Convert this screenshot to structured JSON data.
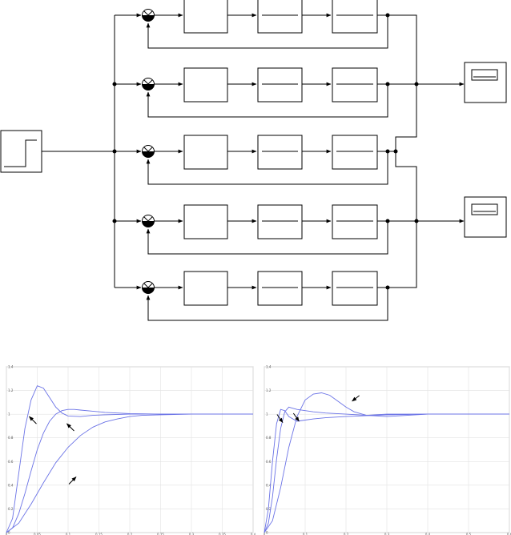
{
  "diagram": {
    "loop_count": 5,
    "scope_count": 2,
    "scope1_inputs": [
      1,
      2,
      3
    ],
    "scope2_inputs": [
      4,
      5
    ]
  },
  "chart_data": [
    {
      "type": "line",
      "title": "",
      "xlabel": "",
      "ylabel": "",
      "xlim": [
        0,
        0.4
      ],
      "ylim": [
        0,
        1.4
      ],
      "grid": true,
      "xticks": [
        "0",
        "0.05",
        "0.1",
        "0.15",
        "0.2",
        "0.25",
        "0.3",
        "0.35",
        "0.4"
      ],
      "yticks": [
        "0",
        "0.2",
        "0.4",
        "0.6",
        "0.8",
        "1",
        "1.2",
        "1.4"
      ],
      "series": [
        {
          "x": [
            0,
            0.01,
            0.02,
            0.03,
            0.04,
            0.05,
            0.06,
            0.07,
            0.08,
            0.09,
            0.1,
            0.12,
            0.14,
            0.16,
            0.2,
            0.25,
            0.3,
            0.4
          ],
          "values": [
            0,
            0.12,
            0.5,
            0.88,
            1.12,
            1.24,
            1.22,
            1.14,
            1.06,
            1.01,
            0.985,
            0.98,
            0.99,
            0.995,
            1.0,
            1.0,
            1.0,
            1.0
          ]
        },
        {
          "x": [
            0,
            0.01,
            0.02,
            0.03,
            0.04,
            0.05,
            0.06,
            0.07,
            0.08,
            0.09,
            0.1,
            0.11,
            0.12,
            0.14,
            0.16,
            0.2,
            0.25,
            0.3,
            0.4
          ],
          "values": [
            0,
            0.04,
            0.16,
            0.33,
            0.52,
            0.7,
            0.84,
            0.94,
            1.0,
            1.03,
            1.04,
            1.04,
            1.035,
            1.025,
            1.015,
            1.005,
            1.0,
            1.0,
            1.0
          ]
        },
        {
          "x": [
            0,
            0.02,
            0.04,
            0.06,
            0.08,
            0.1,
            0.12,
            0.14,
            0.16,
            0.18,
            0.2,
            0.22,
            0.25,
            0.3,
            0.35,
            0.4
          ],
          "values": [
            0,
            0.08,
            0.24,
            0.42,
            0.59,
            0.72,
            0.82,
            0.89,
            0.935,
            0.96,
            0.98,
            0.99,
            0.995,
            1.0,
            1.0,
            1.0
          ]
        }
      ],
      "arrows": [
        {
          "x": 0.037,
          "y": 0.98,
          "dir": "up-left"
        },
        {
          "x": 0.098,
          "y": 0.92,
          "dir": "up-left"
        },
        {
          "x": 0.113,
          "y": 0.47,
          "dir": "up-right"
        }
      ]
    },
    {
      "type": "line",
      "title": "",
      "xlabel": "",
      "ylabel": "",
      "xlim": [
        0,
        0.6
      ],
      "ylim": [
        0,
        1.4
      ],
      "grid": true,
      "xticks": [
        "0",
        "0.1",
        "0.2",
        "0.3",
        "0.4",
        "0.5",
        "0.6"
      ],
      "yticks": [
        "0",
        "0.2",
        "0.4",
        "0.6",
        "0.8",
        "1",
        "1.2",
        "1.4"
      ],
      "series": [
        {
          "x": [
            0,
            0.01,
            0.02,
            0.03,
            0.04,
            0.05,
            0.06,
            0.08,
            0.1,
            0.12,
            0.15,
            0.2,
            0.3,
            0.4,
            0.5,
            0.6
          ],
          "values": [
            0,
            0.2,
            0.6,
            0.92,
            1.04,
            1.03,
            0.98,
            0.94,
            0.95,
            0.96,
            0.97,
            0.98,
            0.995,
            1.0,
            1.0,
            1.0
          ]
        },
        {
          "x": [
            0,
            0.01,
            0.02,
            0.03,
            0.04,
            0.05,
            0.06,
            0.07,
            0.08,
            0.1,
            0.12,
            0.15,
            0.2,
            0.25,
            0.3,
            0.4,
            0.5,
            0.6
          ],
          "values": [
            0,
            0.08,
            0.3,
            0.62,
            0.88,
            1.02,
            1.06,
            1.05,
            1.04,
            1.03,
            1.02,
            1.01,
            1.0,
            0.99,
            1.0,
            1.0,
            1.0,
            1.0
          ]
        },
        {
          "x": [
            0,
            0.02,
            0.04,
            0.06,
            0.08,
            0.1,
            0.12,
            0.14,
            0.16,
            0.18,
            0.2,
            0.22,
            0.25,
            0.3,
            0.35,
            0.4,
            0.5,
            0.6
          ],
          "values": [
            0,
            0.1,
            0.38,
            0.72,
            0.98,
            1.12,
            1.17,
            1.18,
            1.16,
            1.11,
            1.06,
            1.02,
            0.99,
            0.98,
            0.99,
            1.0,
            1.0,
            1.0
          ]
        }
      ],
      "arrows": [
        {
          "x": 0.045,
          "y": 0.93,
          "dir": "down-right"
        },
        {
          "x": 0.085,
          "y": 0.94,
          "dir": "down-right"
        },
        {
          "x": 0.215,
          "y": 1.11,
          "dir": "down-left"
        }
      ]
    }
  ]
}
